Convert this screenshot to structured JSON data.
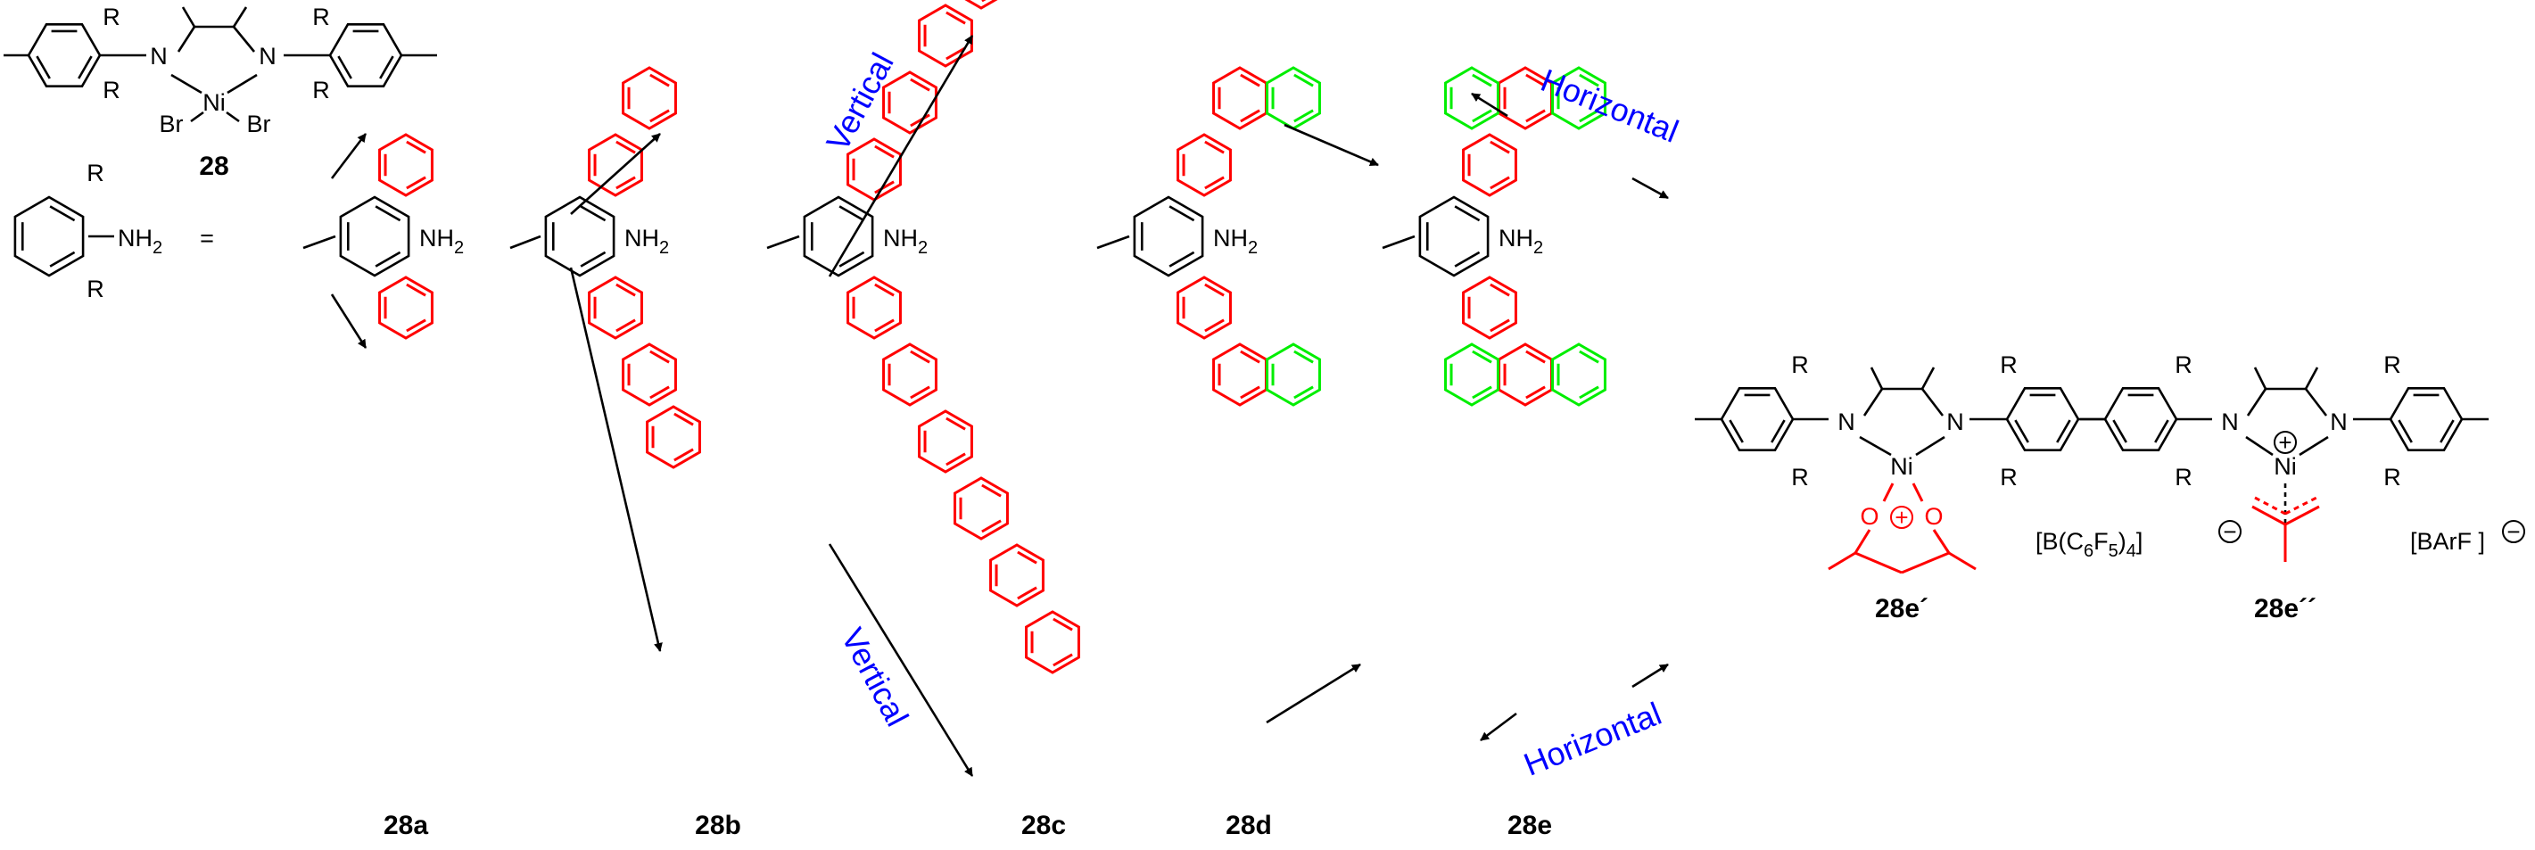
{
  "substituent": "R",
  "amine_group": "NH",
  "subscript_2": "2",
  "equals": "=",
  "nickel": "Ni",
  "bromine": "Br",
  "nitrogen": "N",
  "oxygen": "O",
  "plus": "+",
  "minus": "−",
  "counterion_e1": {
    "open": "[B(C",
    "sub6a": "6",
    "f": "F",
    "sub5": "5",
    "close": ")",
    "sub4": "4",
    "bracket": "]"
  },
  "counterion_e2": {
    "text": "[BArF ]"
  },
  "directions": {
    "vertical": "Vertical",
    "horizontal": "Horizontal"
  },
  "compounds": [
    "28",
    "28a",
    "28b",
    "28c",
    "28d",
    "28e",
    "28e´",
    "28e´´"
  ],
  "colors": {
    "aryl": "#ff0000",
    "fused_ring": "#00ee00",
    "direction_text": "#0000ff",
    "skeleton": "#000000"
  }
}
